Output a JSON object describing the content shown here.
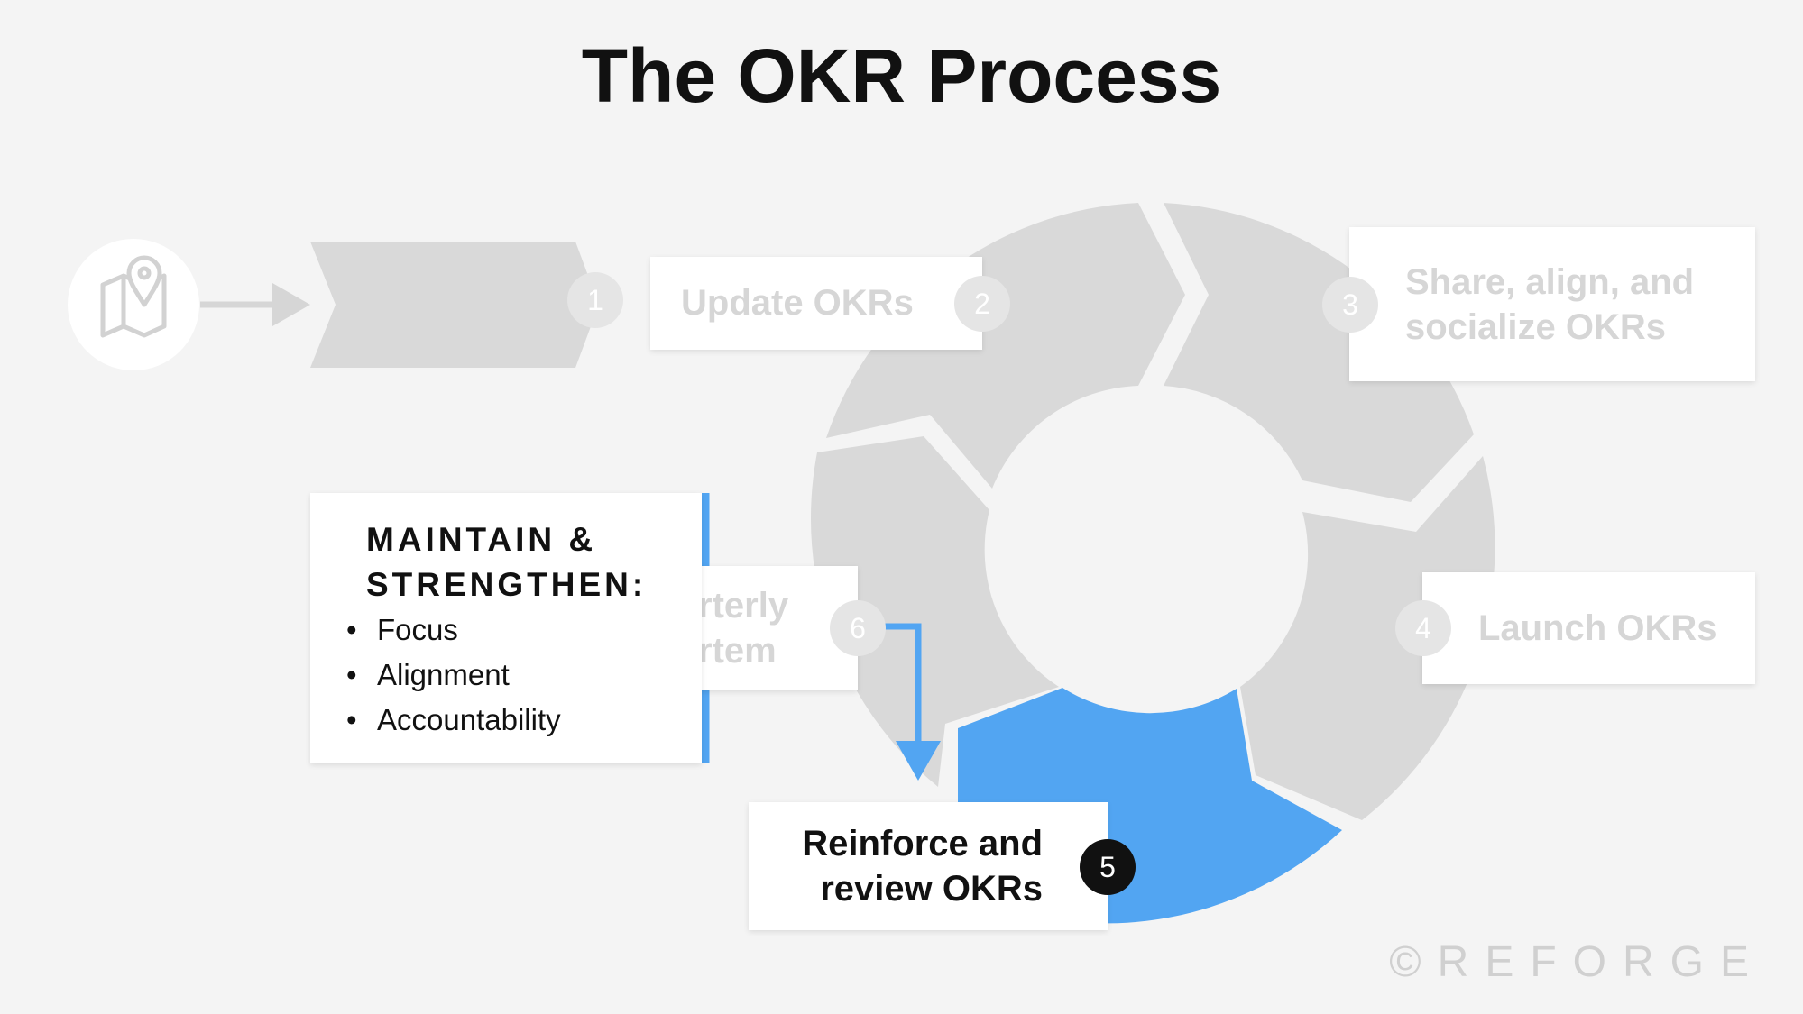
{
  "title": "The OKR Process",
  "colors": {
    "background": "#f4f4f4",
    "segment_gray": "#d9d9d9",
    "accent_blue": "#52a5f2",
    "muted_text": "#d6d6d6",
    "active_badge": "#111111"
  },
  "start_icon": "map-pin-icon",
  "steps": [
    {
      "number": "1",
      "label": ""
    },
    {
      "number": "2",
      "label": "Update OKRs"
    },
    {
      "number": "3",
      "label_lines": [
        "Share, align, and",
        "socialize OKRs"
      ]
    },
    {
      "number": "4",
      "label": "Launch OKRs"
    },
    {
      "number": "5",
      "label_lines": [
        "Reinforce and",
        "review OKRs"
      ]
    },
    {
      "number": "6",
      "label_lines": [
        "rterly",
        "rtem"
      ]
    }
  ],
  "maintain": {
    "title_lines": [
      "MAINTAIN &",
      "STRENGTHEN:"
    ],
    "items": [
      "Focus",
      "Alignment",
      "Accountability"
    ]
  },
  "watermark": "©REFORGE"
}
